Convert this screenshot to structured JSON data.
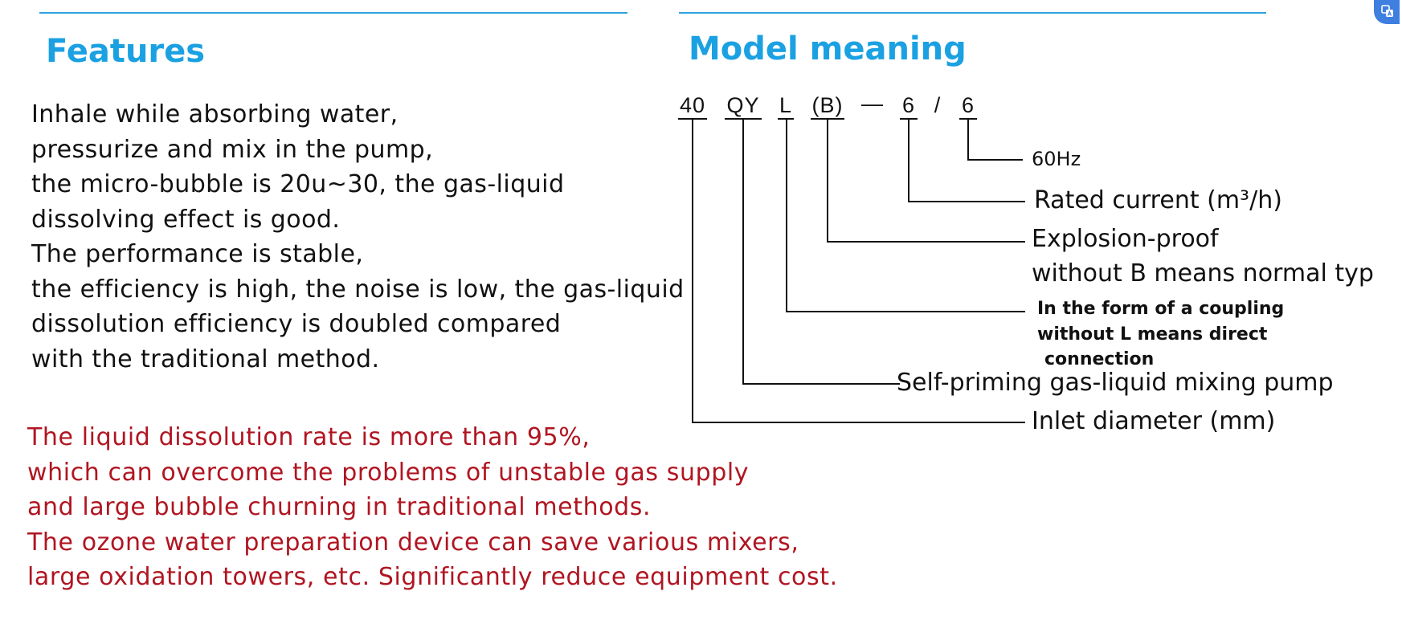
{
  "features": {
    "heading": "Features",
    "lines": [
      "Inhale while absorbing water,",
      "pressurize and mix in the pump,",
      "the micro-bubble is 20u~30,  the gas-liquid",
      "dissolving effect is good.",
      "The performance is stable,",
      "the efficiency is high, the noise is low, the gas-liquid",
      "dissolution efficiency is doubled compared",
      "with the traditional method."
    ],
    "highlight_lines": [
      "The liquid dissolution rate is more than 95%,",
      "which can overcome the problems of unstable gas supply",
      "and large bubble churning in traditional methods.",
      "The ozone water preparation device can save various mixers,",
      "large oxidation towers, etc. Significantly reduce equipment cost."
    ],
    "highlight_color": "#b01521"
  },
  "model": {
    "heading": "Model meaning",
    "code": {
      "diameter": "40",
      "type": "QY",
      "coupling": "L",
      "explosion": "(B)",
      "dash": "—",
      "current": "6",
      "slash": "/",
      "frequency": "6"
    },
    "explanations": {
      "frequency": "60Hz",
      "current": "Rated current (m³/h)",
      "explosion_1": "Explosion-proof",
      "explosion_2": "without B means normal typ",
      "coupling_1": "In the form of a coupling",
      "coupling_2": "without L means direct",
      "coupling_3": "connection",
      "type": "Self-priming gas-liquid mixing pump",
      "diameter": "Inlet diameter (mm)"
    }
  },
  "colors": {
    "heading": "#1ba1e2",
    "rule": "#29a3dc",
    "text": "#111111"
  },
  "icons": {
    "corner": "translate-icon"
  }
}
